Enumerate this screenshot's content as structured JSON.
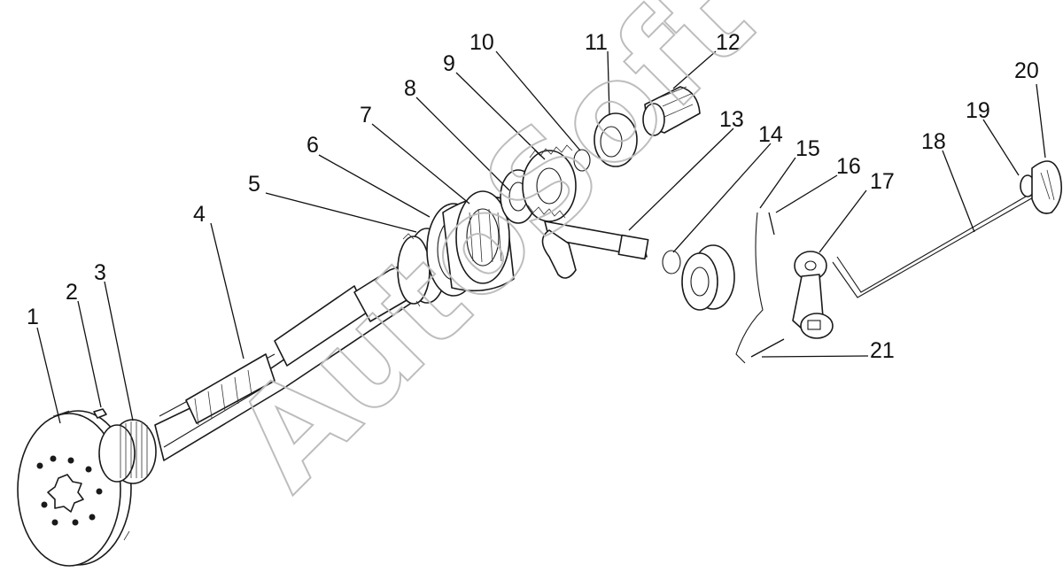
{
  "diagram": {
    "labels": [
      "1",
      "2",
      "3",
      "4",
      "5",
      "6",
      "7",
      "8",
      "9",
      "10",
      "11",
      "12",
      "13",
      "14",
      "15",
      "16",
      "17",
      "18",
      "19",
      "20",
      "21"
    ],
    "watermark": "AutoSoft"
  }
}
